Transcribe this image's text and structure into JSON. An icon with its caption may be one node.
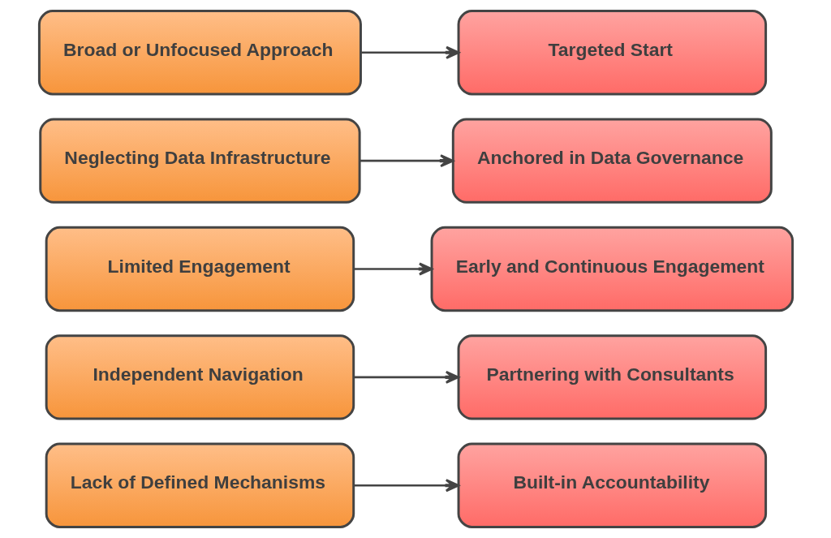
{
  "diagram": {
    "nodes": [
      {
        "text": [
          "Broad or Unfocused Approach"
        ]
      },
      {
        "text": [
          "Targeted Start"
        ]
      },
      {
        "text": [
          "Neglecting Data Infrastructure"
        ]
      },
      {
        "text": [
          "Anchored in Data Governance"
        ]
      },
      {
        "text": [
          "Limited Engagement"
        ]
      },
      {
        "text": [
          "Early and Continuous Engagement"
        ]
      },
      {
        "text": [
          "Independent Navigation"
        ]
      },
      {
        "text": [
          "Partnering with Consultants"
        ]
      },
      {
        "text": [
          "Lack of Defined Mechanisms"
        ]
      },
      {
        "text": [
          "Built-in Accountability"
        ]
      }
    ],
    "edges": [
      {
        "from": 0,
        "to": 1,
        "arrow": "to"
      },
      {
        "from": 2,
        "to": 3,
        "arrow": "to"
      },
      {
        "from": 4,
        "to": 5,
        "arrow": "to"
      },
      {
        "from": 6,
        "to": 7,
        "arrow": "to"
      },
      {
        "from": 8,
        "to": 9,
        "arrow": "to"
      }
    ]
  }
}
